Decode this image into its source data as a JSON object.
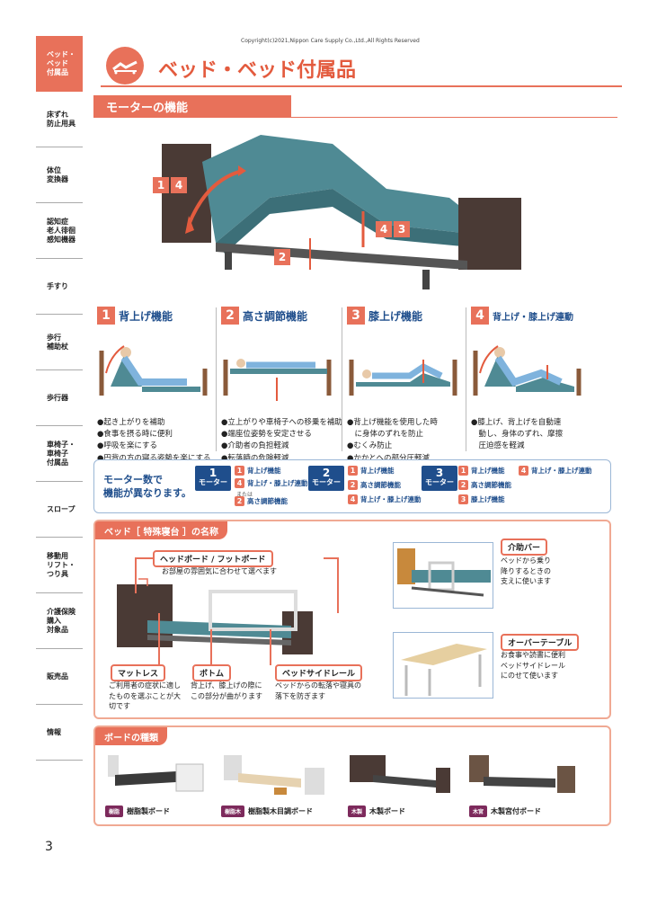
{
  "copyright": "Copyright(c)2021,Nippon Care Supply Co.,Ltd.,All Rights Reserved",
  "sidebar": {
    "items": [
      {
        "label": "ベッド・\nベッド\n付属品",
        "active": true
      },
      {
        "label": "床ずれ\n防止用具"
      },
      {
        "label": "体位\n変換器"
      },
      {
        "label": "認知症\n老人徘徊\n感知機器"
      },
      {
        "label": "手すり"
      },
      {
        "label": "歩行\n補助杖"
      },
      {
        "label": "歩行器"
      },
      {
        "label": "車椅子・\n車椅子\n付属品"
      },
      {
        "label": "スロープ"
      },
      {
        "label": "移動用\nリフト・\nつり具"
      },
      {
        "label": "介護保険\n購入\n対象品"
      },
      {
        "label": "販売品"
      },
      {
        "label": "情報"
      }
    ]
  },
  "header": {
    "title": "ベッド・ベッド付属品",
    "icon": "bed-icon"
  },
  "section_motor": {
    "title": "モーターの機能"
  },
  "hero_badges": {
    "b1": "1",
    "b4": "4",
    "b2": "2",
    "b43a": "4",
    "b43b": "3"
  },
  "functions": [
    {
      "num": "1",
      "name": "背上げ機能",
      "bullets": [
        "●起き上がりを補助",
        "●食事を摂る時に便利",
        "●呼吸を楽にする",
        "●円背の方の寝る姿勢を楽にする"
      ]
    },
    {
      "num": "2",
      "name": "高さ調節機能",
      "bullets": [
        "●立上がりや車椅子への移乗を補助",
        "●端座位姿勢を安定させる",
        "●介助者の負担軽減",
        "●転落時の危険軽減"
      ]
    },
    {
      "num": "3",
      "name": "膝上げ機能",
      "bullets": [
        "●背上げ機能を使用した時",
        "　に身体のずれを防止",
        "●むくみ防止",
        "●かかとへの部分圧軽減"
      ]
    },
    {
      "num": "4",
      "name": "背上げ・膝上げ連動",
      "bullets": [
        "●膝上げ、背上げを自動連",
        "　動し、身体のずれ、摩擦",
        "　圧迫感を軽減"
      ]
    }
  ],
  "motor_box": {
    "label": "モーター数で\n機能が異なります。",
    "chips": [
      {
        "num": "1",
        "text": "モーター"
      },
      {
        "num": "2",
        "text": "モーター"
      },
      {
        "num": "3",
        "text": "モーター"
      }
    ],
    "or": "または",
    "items": {
      "m1a": "背上げ機能",
      "m1b": "背上げ・膝上げ連動",
      "m1c": "高さ調節機能",
      "m2a": "背上げ機能",
      "m2b": "高さ調節機能",
      "m2c": "背上げ・膝上げ連動",
      "m3a": "背上げ機能",
      "m3b": "背上げ・膝上げ連動",
      "m3c": "高さ調節機能",
      "m3d": "膝上げ機能"
    }
  },
  "names_panel": {
    "title": "ベッド［ 特殊寝台 ］の名称",
    "headboard": {
      "label": "ヘッドボード / フットボード",
      "desc": "お部屋の雰囲気に合わせて選べます"
    },
    "mattress": {
      "label": "マットレス",
      "desc": "ご利用者の症状に適し\nたものを選ぶことが大\n切です"
    },
    "bottom": {
      "label": "ボトム",
      "desc": "背上げ、膝上げの際に\nこの部分が曲がります"
    },
    "rail": {
      "label": "ベッドサイドレール",
      "desc": "ベッドからの転落や寝具の\n落下を防ぎます"
    },
    "assist_bar": {
      "label": "介助バー",
      "desc": "ベッドから乗り\n降りするときの\n支えに使います"
    },
    "over_table": {
      "label": "オーバーテーブル",
      "desc": "お食事や読書に便利\nベッドサイドレール\nにのせて使います"
    }
  },
  "boards_panel": {
    "title": "ボードの種類",
    "boards": [
      {
        "tag": "樹脂",
        "name": "樹脂製ボード"
      },
      {
        "tag": "樹脂木",
        "name": "樹脂製木目調ボード"
      },
      {
        "tag": "木製",
        "name": "木製ボード"
      },
      {
        "tag": "木宮",
        "name": "木製宮付ボード"
      }
    ]
  },
  "page_number": "3",
  "colors": {
    "accent": "#e8715a",
    "title_red": "#e35b3e",
    "navy": "#1f4e8c",
    "mattress": "#4f8a94",
    "frame": "#4a3a35"
  }
}
